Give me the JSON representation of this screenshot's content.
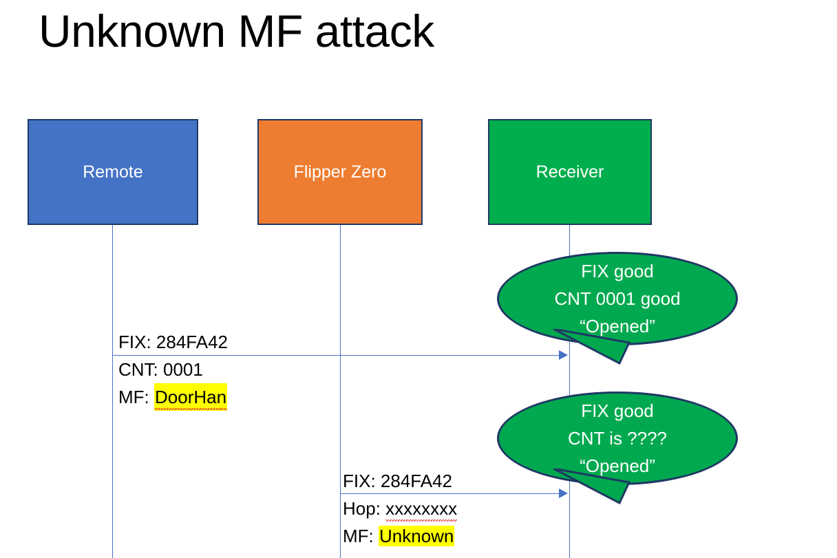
{
  "slide": {
    "title": "Unknown MF attack",
    "background": "#ffffff"
  },
  "colors": {
    "remote_fill": "#4472C4",
    "flipper_fill": "#ED7D31",
    "receiver_fill": "#00AE4D",
    "box_border": "#1F3864",
    "bubble_fill": "#00A94F",
    "bubble_border": "#1F3864",
    "arrow": "#4472C4",
    "highlight": "#FFFF00",
    "spellcheck_underline": "#E03030",
    "text": "#000000",
    "box_label_text": "#FFFFFF"
  },
  "actors": [
    {
      "id": "remote",
      "label": "Remote"
    },
    {
      "id": "flipper",
      "label": "Flipper Zero"
    },
    {
      "id": "receiver",
      "label": "Receiver"
    }
  ],
  "messages": [
    {
      "id": "msg1",
      "from": "remote",
      "to": "receiver",
      "line1": "FIX: 284FA42",
      "line2_key": "CNT: ",
      "line2_value": "0001",
      "line3_key": "MF: ",
      "line3_value": "DoorHan",
      "line3_highlighted": true,
      "line3_spellchecked": true
    },
    {
      "id": "msg2",
      "from": "flipper",
      "to": "receiver",
      "line1": "FIX: 284FA42",
      "line2_key": "Hop: ",
      "line2_value": "xxxxxxxx",
      "line2_spellchecked": true,
      "line3_key": "MF: ",
      "line3_value": "Unknown",
      "line3_highlighted": true,
      "line3_spellchecked": false
    }
  ],
  "bubbles": [
    {
      "id": "bubble1",
      "owner": "receiver",
      "line1": "FIX good",
      "line2": "CNT 0001 good",
      "line3": "“Opened”"
    },
    {
      "id": "bubble2",
      "owner": "receiver",
      "line1": "FIX good",
      "line2": "CNT is ????",
      "line3": "“Opened”"
    }
  ]
}
